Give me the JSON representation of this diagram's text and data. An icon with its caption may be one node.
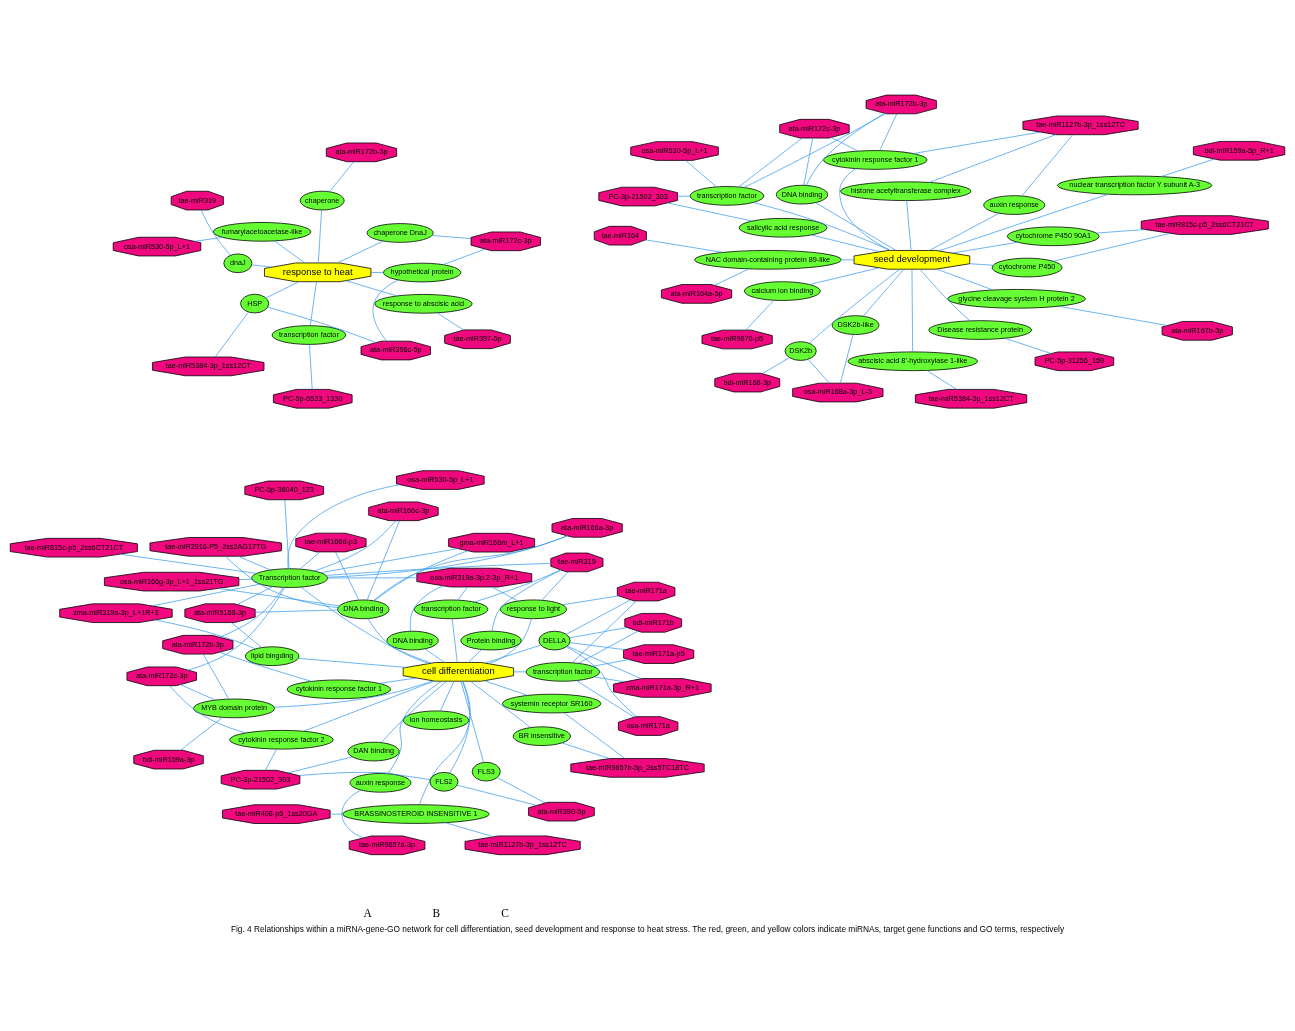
{
  "diagram": {
    "caption": "Fig. 4 Relationships within a miRNA-gene-GO network for cell differentiation, seed development and response to heat stress. The red, green, and yellow colors indicate miRNAs, target gene functions and GO terms, respectively",
    "nodes": [
      {
        "text": [
          "cell differentiation"
        ]
      },
      {
        "text": [
          "response to light"
        ]
      },
      {
        "text": [
          "DNA binding"
        ]
      },
      {
        "text": [
          "transcription factor"
        ]
      },
      {
        "text": [
          "transcription factor"
        ]
      },
      {
        "text": [
          "DELLA"
        ]
      },
      {
        "text": [
          "auxin response"
        ]
      },
      {
        "text": [
          "BRASSINOSTEROID INSENSITIVE 1"
        ]
      },
      {
        "text": [
          "BR insensitive"
        ]
      },
      {
        "text": [
          "systemin receptor SR160"
        ]
      },
      {
        "text": [
          "ion homeostasis"
        ]
      },
      {
        "text": [
          "FLS2"
        ]
      },
      {
        "text": [
          "FLS3"
        ]
      },
      {
        "text": [
          "DAN binding"
        ]
      },
      {
        "text": [
          "cytokinin response factor 1"
        ]
      },
      {
        "text": [
          "cytokinin response factor 2"
        ]
      },
      {
        "text": [
          "MYB domain protein"
        ]
      },
      {
        "text": [
          "DNA binding"
        ]
      },
      {
        "text": [
          "Transcription factor"
        ]
      },
      {
        "text": [
          "lipid bingding"
        ]
      },
      {
        "text": [
          "Protein binding"
        ]
      },
      {
        "text": [
          "zma-miR319a-3p_L+1R+1"
        ]
      },
      {
        "text": [
          "tae-miR319"
        ]
      },
      {
        "text": [
          "osa-miR319a-3p.2-3p_R+1"
        ]
      },
      {
        "text": [
          "bdi-miR171b"
        ]
      },
      {
        "text": [
          "tae-miR171a"
        ]
      },
      {
        "text": [
          "zma-miR171a-3p_R+1"
        ]
      },
      {
        "text": [
          "tae-miR171a-p5"
        ]
      },
      {
        "text": [
          "osa-miR171a"
        ]
      },
      {
        "text": [
          "ata-miR166a-3p"
        ]
      },
      {
        "text": [
          "ata-miR166c-3p"
        ]
      },
      {
        "text": [
          "gma-miR166m_L+1"
        ]
      },
      {
        "text": [
          "osa-miR166g-3p_L+1_1ss21TG"
        ]
      },
      {
        "text": [
          "tae-miR166d-p3"
        ]
      },
      {
        "text": [
          "ata-miR5168-3p"
        ]
      },
      {
        "text": [
          "tae-miR2916-P5_2ss2AG17TG"
        ]
      },
      {
        "text": [
          "PC-5p-36040_123"
        ]
      },
      {
        "text": [
          "osa-miR530-5p_L+1"
        ]
      },
      {
        "text": [
          "tae-miR815c-p5_2ss6CT21CT"
        ]
      },
      {
        "text": [
          "bdi-miR159a-3p"
        ]
      },
      {
        "text": [
          "ata-miR172b-3p"
        ]
      },
      {
        "text": [
          "ata-miR172c-3p"
        ]
      },
      {
        "text": [
          "PC-3p-21502_303"
        ]
      },
      {
        "text": [
          "ata-miR390-5p"
        ]
      },
      {
        "text": [
          "tae-miR9657b-5p_2ss5TC18TC"
        ]
      },
      {
        "text": [
          "tae-miR408-p5_1ss20GA"
        ]
      },
      {
        "text": [
          "tae-miR1127b-3p_1ss12TC"
        ]
      },
      {
        "text": [
          "tae-miR9657a-3p"
        ]
      },
      {
        "text": [
          "seed development"
        ]
      },
      {
        "text": [
          "NAC domain-containing protein 89-like"
        ]
      },
      {
        "text": [
          "salicylic acid response"
        ]
      },
      {
        "text": [
          "transcription factor"
        ]
      },
      {
        "text": [
          "calcium ion binding"
        ]
      },
      {
        "text": [
          "cytokinin response factor 1"
        ]
      },
      {
        "text": [
          "nuclear transcription factor Y subunit A-3"
        ]
      },
      {
        "text": [
          "histone acetyltransferase complex"
        ]
      },
      {
        "text": [
          "DSK2b-like"
        ]
      },
      {
        "text": [
          "DNA binding"
        ]
      },
      {
        "text": [
          "DSK2b"
        ]
      },
      {
        "text": [
          "auxin response"
        ]
      },
      {
        "text": [
          "abscisic acid 8'-hydroxylase 1-like"
        ]
      },
      {
        "text": [
          "glycine cleavage system H protein 2"
        ]
      },
      {
        "text": [
          "cytochrome P450 90A1"
        ]
      },
      {
        "text": [
          "cytochrome P450"
        ]
      },
      {
        "text": [
          "Disease resistance protein"
        ]
      },
      {
        "text": [
          "tae-miR164"
        ]
      },
      {
        "text": [
          "ata-miR164a-5p"
        ]
      },
      {
        "text": [
          "PC-3p-21502_303"
        ]
      },
      {
        "text": [
          "osa-miR530-5p_L+1"
        ]
      },
      {
        "text": [
          "tae-miR9670-p5"
        ]
      },
      {
        "text": [
          "ata-miR172b-3p"
        ]
      },
      {
        "text": [
          "bdi-miR159a-5p_R+1"
        ]
      },
      {
        "text": [
          "ata-miR172c-3p"
        ]
      },
      {
        "text": [
          "osa-miR168a-3p_L-3"
        ]
      },
      {
        "text": [
          "tae-miR1127b-3p_1ss12TC"
        ]
      },
      {
        "text": [
          "bdi-miR168-3p"
        ]
      },
      {
        "text": [
          "tae-miR5384-3p_1ss12CT"
        ]
      },
      {
        "text": [
          "ata-miR167b-3p"
        ]
      },
      {
        "text": [
          "tae-miR815c-p5_2ss6CT21CT"
        ]
      },
      {
        "text": [
          "PC-5p-31256_159"
        ]
      },
      {
        "text": [
          "response to heat"
        ]
      },
      {
        "text": [
          "hypothetical protein"
        ]
      },
      {
        "text": [
          "HSP"
        ]
      },
      {
        "text": [
          "fumarylacetoacetase-like"
        ]
      },
      {
        "text": [
          "chaperone DnaJ"
        ]
      },
      {
        "text": [
          "chaperone"
        ]
      },
      {
        "text": [
          "dnaJ"
        ]
      },
      {
        "text": [
          "response to abscisic acid"
        ]
      },
      {
        "text": [
          "transcription factor"
        ]
      },
      {
        "text": [
          "ata-miR396c-5p"
        ]
      },
      {
        "text": [
          "tae-miR5384-3p_1ss12CT"
        ]
      },
      {
        "text": [
          "osa-miR530-5p_L+1"
        ]
      },
      {
        "text": [
          "ata-miR172c-3p"
        ]
      },
      {
        "text": [
          "ata-miR172b-3p"
        ]
      },
      {
        "text": [
          "tae-miR319"
        ]
      },
      {
        "text": [
          "tae-miR397-5p"
        ]
      },
      {
        "text": [
          "PC-5p-6533_1330"
        ]
      }
    ],
    "edges": [
      {
        "from": 0,
        "to": 1,
        "arrow": "none"
      },
      {
        "from": 0,
        "to": 2,
        "arrow": "none"
      },
      {
        "from": 0,
        "to": 3,
        "arrow": "none"
      },
      {
        "from": 0,
        "to": 4,
        "arrow": "none"
      },
      {
        "from": 0,
        "to": 5,
        "arrow": "none"
      },
      {
        "from": 0,
        "to": 6,
        "arrow": "none"
      },
      {
        "from": 0,
        "to": 7,
        "arrow": "none"
      },
      {
        "from": 0,
        "to": 8,
        "arrow": "none"
      },
      {
        "from": 0,
        "to": 9,
        "arrow": "none"
      },
      {
        "from": 0,
        "to": 10,
        "arrow": "none"
      },
      {
        "from": 0,
        "to": 11,
        "arrow": "none"
      },
      {
        "from": 0,
        "to": 12,
        "arrow": "none"
      },
      {
        "from": 0,
        "to": 13,
        "arrow": "none"
      },
      {
        "from": 0,
        "to": 14,
        "arrow": "none"
      },
      {
        "from": 0,
        "to": 15,
        "arrow": "none"
      },
      {
        "from": 0,
        "to": 16,
        "arrow": "none"
      },
      {
        "from": 0,
        "to": 17,
        "arrow": "none"
      },
      {
        "from": 0,
        "to": 18,
        "arrow": "none"
      },
      {
        "from": 0,
        "to": 19,
        "arrow": "none"
      },
      {
        "from": 0,
        "to": 20,
        "arrow": "none"
      },
      {
        "from": 21,
        "to": 18,
        "arrow": "none"
      },
      {
        "from": 21,
        "to": 19,
        "arrow": "none"
      },
      {
        "from": 22,
        "to": 18,
        "arrow": "none"
      },
      {
        "from": 22,
        "to": 20,
        "arrow": "none"
      },
      {
        "from": 22,
        "to": 1,
        "arrow": "none"
      },
      {
        "from": 22,
        "to": 3,
        "arrow": "none"
      },
      {
        "from": 23,
        "to": 18,
        "arrow": "none"
      },
      {
        "from": 23,
        "to": 2,
        "arrow": "none"
      },
      {
        "from": 23,
        "to": 1,
        "arrow": "none"
      },
      {
        "from": 23,
        "to": 3,
        "arrow": "none"
      },
      {
        "from": 24,
        "to": 4,
        "arrow": "none"
      },
      {
        "from": 24,
        "to": 5,
        "arrow": "none"
      },
      {
        "from": 25,
        "to": 1,
        "arrow": "none"
      },
      {
        "from": 25,
        "to": 4,
        "arrow": "none"
      },
      {
        "from": 25,
        "to": 5,
        "arrow": "none"
      },
      {
        "from": 26,
        "to": 4,
        "arrow": "none"
      },
      {
        "from": 26,
        "to": 5,
        "arrow": "none"
      },
      {
        "from": 27,
        "to": 4,
        "arrow": "none"
      },
      {
        "from": 27,
        "to": 5,
        "arrow": "none"
      },
      {
        "from": 28,
        "to": 4,
        "arrow": "none"
      },
      {
        "from": 28,
        "to": 5,
        "arrow": "none"
      },
      {
        "from": 29,
        "to": 18,
        "arrow": "none"
      },
      {
        "from": 29,
        "to": 17,
        "arrow": "none"
      },
      {
        "from": 30,
        "to": 18,
        "arrow": "none"
      },
      {
        "from": 30,
        "to": 17,
        "arrow": "none"
      },
      {
        "from": 31,
        "to": 18,
        "arrow": "none"
      },
      {
        "from": 31,
        "to": 17,
        "arrow": "none"
      },
      {
        "from": 32,
        "to": 18,
        "arrow": "none"
      },
      {
        "from": 32,
        "to": 17,
        "arrow": "none"
      },
      {
        "from": 33,
        "to": 18,
        "arrow": "none"
      },
      {
        "from": 33,
        "to": 17,
        "arrow": "none"
      },
      {
        "from": 34,
        "to": 18,
        "arrow": "none"
      },
      {
        "from": 34,
        "to": 17,
        "arrow": "none"
      },
      {
        "from": 34,
        "to": 19,
        "arrow": "none"
      },
      {
        "from": 35,
        "to": 17,
        "arrow": "none"
      },
      {
        "from": 35,
        "to": 18,
        "arrow": "none"
      },
      {
        "from": 36,
        "to": 18,
        "arrow": "none"
      },
      {
        "from": 37,
        "to": 18,
        "arrow": "none"
      },
      {
        "from": 38,
        "to": 18,
        "arrow": "none"
      },
      {
        "from": 39,
        "to": 16,
        "arrow": "none"
      },
      {
        "from": 40,
        "to": 16,
        "arrow": "none"
      },
      {
        "from": 40,
        "to": 18,
        "arrow": "none"
      },
      {
        "from": 40,
        "to": 14,
        "arrow": "none"
      },
      {
        "from": 41,
        "to": 18,
        "arrow": "none"
      },
      {
        "from": 41,
        "to": 16,
        "arrow": "none"
      },
      {
        "from": 41,
        "to": 15,
        "arrow": "none"
      },
      {
        "from": 42,
        "to": 13,
        "arrow": "none"
      },
      {
        "from": 42,
        "to": 11,
        "arrow": "none"
      },
      {
        "from": 42,
        "to": 15,
        "arrow": "none"
      },
      {
        "from": 43,
        "to": 12,
        "arrow": "none"
      },
      {
        "from": 43,
        "to": 11,
        "arrow": "none"
      },
      {
        "from": 44,
        "to": 8,
        "arrow": "none"
      },
      {
        "from": 44,
        "to": 9,
        "arrow": "none"
      },
      {
        "from": 45,
        "to": 7,
        "arrow": "none"
      },
      {
        "from": 46,
        "to": 7,
        "arrow": "none"
      },
      {
        "from": 47,
        "to": 6,
        "arrow": "none"
      },
      {
        "from": 48,
        "to": 49,
        "arrow": "none"
      },
      {
        "from": 48,
        "to": 50,
        "arrow": "none"
      },
      {
        "from": 48,
        "to": 51,
        "arrow": "none"
      },
      {
        "from": 48,
        "to": 52,
        "arrow": "none"
      },
      {
        "from": 48,
        "to": 53,
        "arrow": "none"
      },
      {
        "from": 48,
        "to": 54,
        "arrow": "none"
      },
      {
        "from": 48,
        "to": 55,
        "arrow": "none"
      },
      {
        "from": 48,
        "to": 56,
        "arrow": "none"
      },
      {
        "from": 48,
        "to": 57,
        "arrow": "none"
      },
      {
        "from": 48,
        "to": 58,
        "arrow": "none"
      },
      {
        "from": 48,
        "to": 59,
        "arrow": "none"
      },
      {
        "from": 48,
        "to": 60,
        "arrow": "none"
      },
      {
        "from": 48,
        "to": 61,
        "arrow": "none"
      },
      {
        "from": 48,
        "to": 62,
        "arrow": "none"
      },
      {
        "from": 48,
        "to": 63,
        "arrow": "none"
      },
      {
        "from": 48,
        "to": 64,
        "arrow": "none"
      },
      {
        "from": 65,
        "to": 49,
        "arrow": "none"
      },
      {
        "from": 66,
        "to": 49,
        "arrow": "none"
      },
      {
        "from": 67,
        "to": 50,
        "arrow": "none"
      },
      {
        "from": 67,
        "to": 51,
        "arrow": "none"
      },
      {
        "from": 68,
        "to": 51,
        "arrow": "none"
      },
      {
        "from": 69,
        "to": 52,
        "arrow": "none"
      },
      {
        "from": 70,
        "to": 51,
        "arrow": "none"
      },
      {
        "from": 70,
        "to": 53,
        "arrow": "none"
      },
      {
        "from": 70,
        "to": 57,
        "arrow": "none"
      },
      {
        "from": 71,
        "to": 54,
        "arrow": "none"
      },
      {
        "from": 72,
        "to": 53,
        "arrow": "none"
      },
      {
        "from": 72,
        "to": 57,
        "arrow": "none"
      },
      {
        "from": 72,
        "to": 51,
        "arrow": "none"
      },
      {
        "from": 73,
        "to": 56,
        "arrow": "none"
      },
      {
        "from": 73,
        "to": 58,
        "arrow": "none"
      },
      {
        "from": 74,
        "to": 59,
        "arrow": "none"
      },
      {
        "from": 74,
        "to": 53,
        "arrow": "none"
      },
      {
        "from": 74,
        "to": 55,
        "arrow": "none"
      },
      {
        "from": 75,
        "to": 58,
        "arrow": "none"
      },
      {
        "from": 76,
        "to": 60,
        "arrow": "none"
      },
      {
        "from": 77,
        "to": 61,
        "arrow": "none"
      },
      {
        "from": 78,
        "to": 62,
        "arrow": "none"
      },
      {
        "from": 78,
        "to": 63,
        "arrow": "none"
      },
      {
        "from": 79,
        "to": 64,
        "arrow": "none"
      },
      {
        "from": 80,
        "to": 81,
        "arrow": "none"
      },
      {
        "from": 80,
        "to": 82,
        "arrow": "none"
      },
      {
        "from": 80,
        "to": 83,
        "arrow": "none"
      },
      {
        "from": 80,
        "to": 84,
        "arrow": "none"
      },
      {
        "from": 80,
        "to": 85,
        "arrow": "none"
      },
      {
        "from": 80,
        "to": 86,
        "arrow": "none"
      },
      {
        "from": 80,
        "to": 87,
        "arrow": "none"
      },
      {
        "from": 80,
        "to": 88,
        "arrow": "none"
      },
      {
        "from": 89,
        "to": 81,
        "arrow": "none"
      },
      {
        "from": 89,
        "to": 82,
        "arrow": "none"
      },
      {
        "from": 90,
        "to": 82,
        "arrow": "none"
      },
      {
        "from": 91,
        "to": 83,
        "arrow": "none"
      },
      {
        "from": 92,
        "to": 81,
        "arrow": "none"
      },
      {
        "from": 92,
        "to": 84,
        "arrow": "none"
      },
      {
        "from": 93,
        "to": 85,
        "arrow": "none"
      },
      {
        "from": 94,
        "to": 86,
        "arrow": "none"
      },
      {
        "from": 95,
        "to": 87,
        "arrow": "none"
      },
      {
        "from": 96,
        "to": 88,
        "arrow": "none"
      }
    ],
    "labels": [
      "A",
      "B",
      "C"
    ]
  }
}
